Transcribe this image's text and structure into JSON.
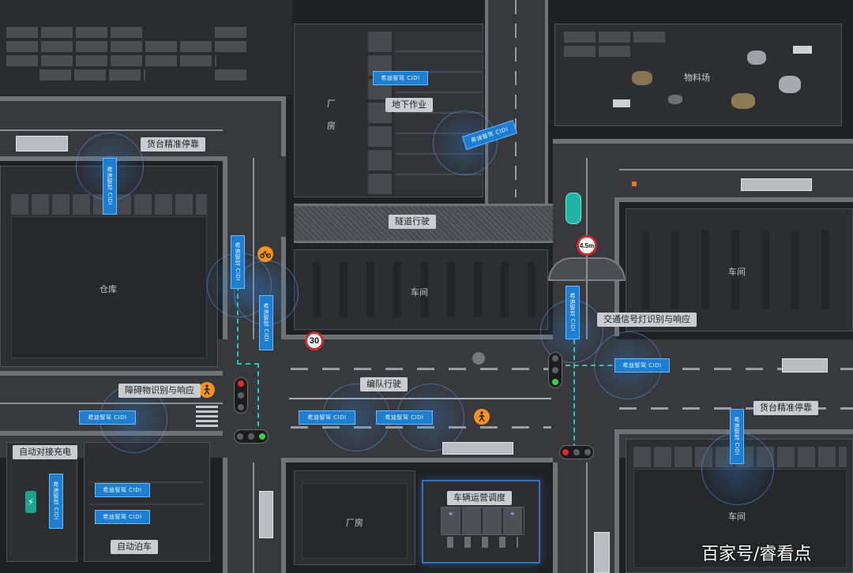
{
  "colors": {
    "background": "#202123",
    "road": "#37393c",
    "agv_blue": "#1e7fd1",
    "sensor_ring": "#2882e6",
    "route_dash": "#20c8c0",
    "signal_red": "#e22a2a",
    "signal_green": "#3ed04a",
    "warning_orange": "#f3921e"
  },
  "buildings": {
    "factory_top": "厂\n房",
    "warehouse": "仓库",
    "workshop_center": "车间",
    "workshop_right": "车间",
    "material_yard": "物料场",
    "factory_bottom": "厂房",
    "workshop_bottom_right": "车间"
  },
  "labels": {
    "precise_docking_top": "货台精准停靠",
    "underground_ops": "地下作业",
    "tunnel_driving": "隧道行驶",
    "traffic_signal": "交通信号灯识别与响应",
    "obstacle_response": "障碍物识别与响应",
    "platoon_driving": "编队行驶",
    "precise_docking_bottom": "货台精准停靠",
    "auto_charging": "自动对接充电",
    "vehicle_dispatch": "车辆运营调度",
    "auto_parking": "自动泊车"
  },
  "signs": {
    "speed_limit": "30",
    "height_limit": "4.5m"
  },
  "vehicle_brand": "希迪智驾 CIDI",
  "icons": {
    "bicycle": "bicycle-icon",
    "pedestrian": "pedestrian-icon",
    "charging": "lightning-icon",
    "location_pin": "location-pin-icon"
  },
  "watermark": "百家号/睿看点"
}
